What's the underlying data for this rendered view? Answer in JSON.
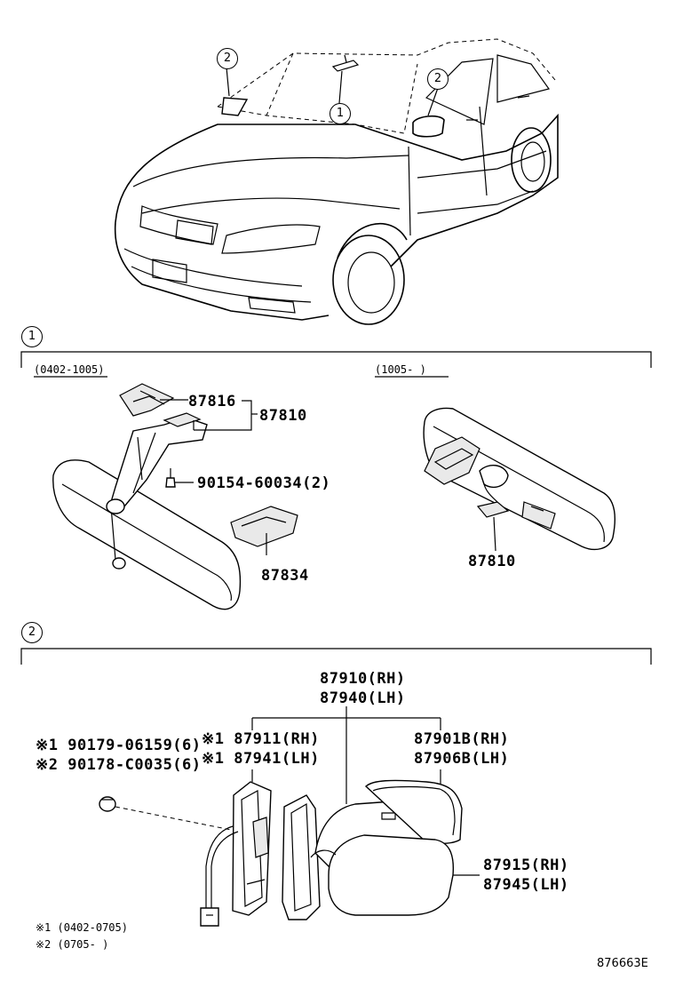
{
  "car_callouts": [
    "2",
    "2",
    "1"
  ],
  "sections": {
    "s1": {
      "number": "1",
      "left_range": "(0402-1005)",
      "right_range": "(1005-    )",
      "parts": {
        "p87816": "87816",
        "p87810a": "87810",
        "p90154": "90154-60034(2)",
        "p87834": "87834",
        "p87810b": "87810"
      }
    },
    "s2": {
      "number": "2",
      "parts": {
        "p87910": "87910(RH)",
        "p87940": "87940(LH)",
        "p90179": "※1 90179-06159(6)",
        "p90178": "※2 90178-C0035(6)",
        "p87911": "※1 87911(RH)",
        "p87941": "※1 87941(LH)",
        "p87901b": "87901B(RH)",
        "p87906b": "87906B(LH)",
        "p87915": "87915(RH)",
        "p87945": "87945(LH)"
      },
      "notes": {
        "n1": "※1 (0402-0705)",
        "n2": "※2 (0705-    )"
      }
    }
  },
  "illustration_id": "876663E"
}
